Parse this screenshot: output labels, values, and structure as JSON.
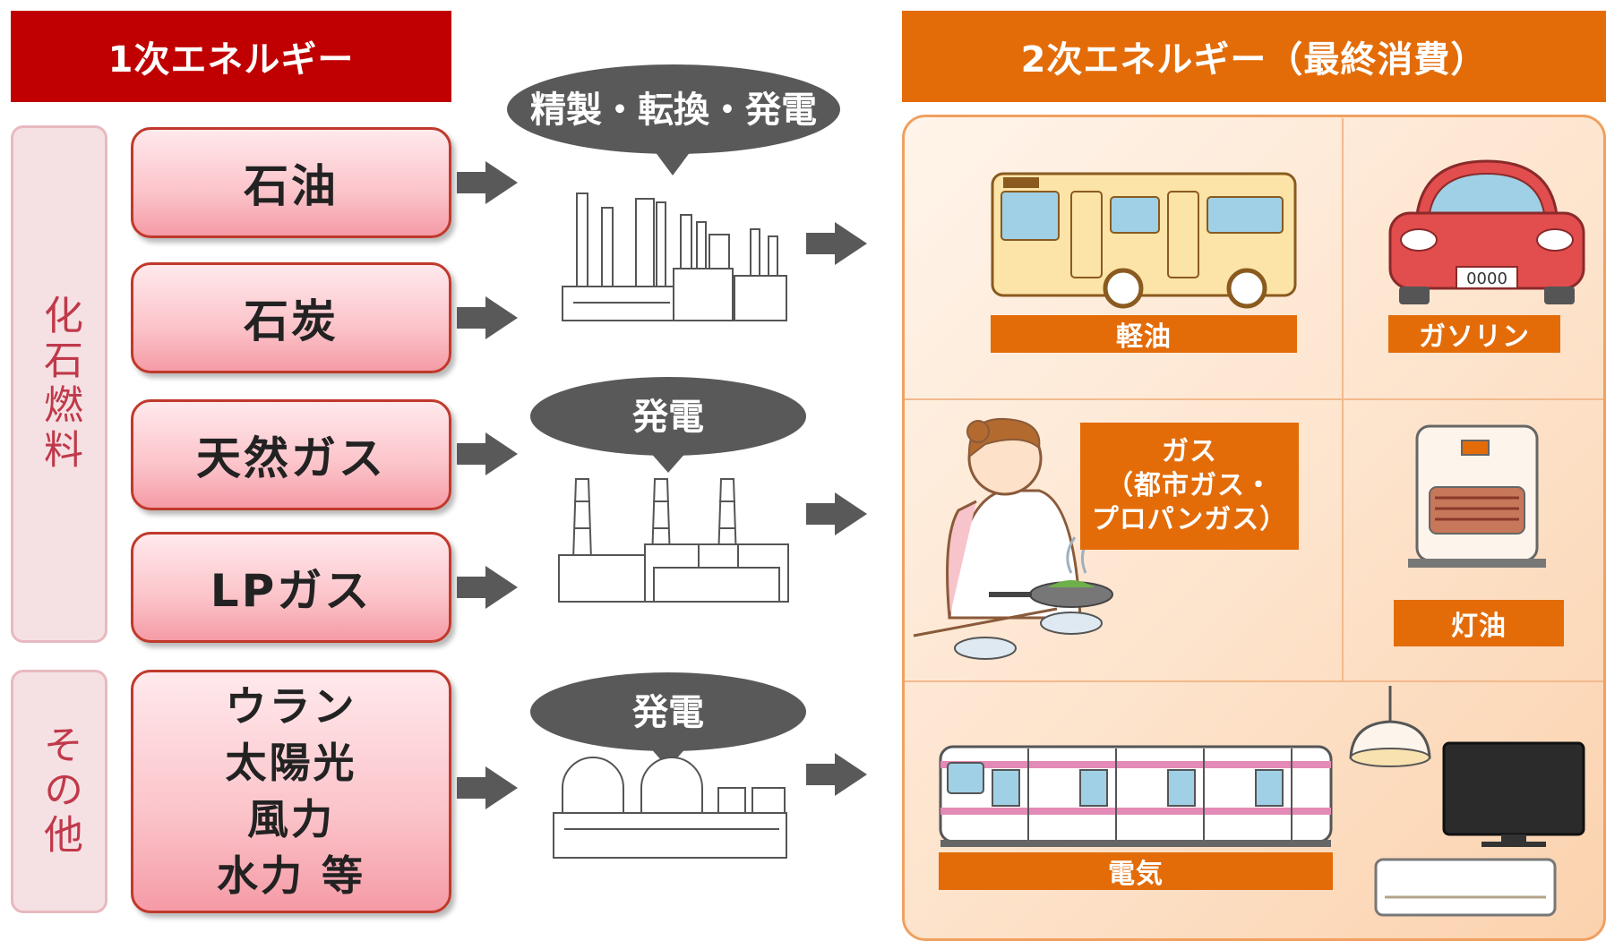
{
  "headers": {
    "primary": "1次エネルギー",
    "secondary": "2次エネルギー（最終消費）"
  },
  "categories": {
    "fossil": "化石燃料",
    "other": "その他"
  },
  "sources": {
    "oil": "石油",
    "coal": "石炭",
    "natural_gas": "天然ガス",
    "lp_gas": "LPガス",
    "others": [
      "ウラン",
      "太陽光",
      "風力",
      "水力 等"
    ]
  },
  "processes": {
    "refining": "精製・転換・発電",
    "power_thermal": "発電",
    "power_nuclear": "発電"
  },
  "consumption": {
    "diesel": "軽油",
    "gasoline": "ガソリン",
    "gas": [
      "ガス",
      "（都市ガス・",
      "プロパンガス）"
    ],
    "kerosene": "灯油",
    "electricity": "電気",
    "plate": "0000"
  },
  "colors": {
    "primary_header": "#c00000",
    "secondary_header": "#e36c09",
    "arrow": "#595959",
    "bubble": "#595959"
  }
}
